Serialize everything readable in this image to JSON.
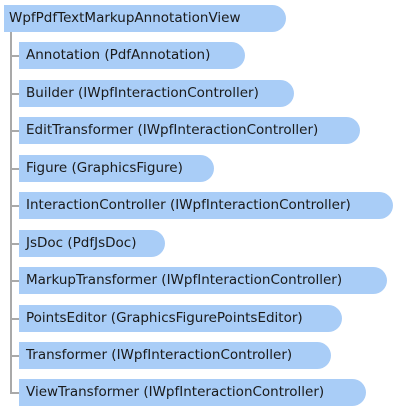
{
  "root": {
    "label": "WpfPdfTextMarkupAnnotationView"
  },
  "members": [
    {
      "label": "Annotation (PdfAnnotation)"
    },
    {
      "label": "Builder (IWpfInteractionController)"
    },
    {
      "label": "EditTransformer (IWpfInteractionController)"
    },
    {
      "label": "Figure (GraphicsFigure)"
    },
    {
      "label": "InteractionController (IWpfInteractionController)"
    },
    {
      "label": "JsDoc (PdfJsDoc)"
    },
    {
      "label": "MarkupTransformer (IWpfInteractionController)"
    },
    {
      "label": "PointsEditor (GraphicsFigurePointsEditor)"
    },
    {
      "label": "Transformer (IWpfInteractionController)"
    },
    {
      "label": "ViewTransformer (IWpfInteractionController)"
    }
  ],
  "colors": {
    "node_fill": "#a9cdf7",
    "connector": "#a9a9a9",
    "text": "#1a1a1a"
  }
}
